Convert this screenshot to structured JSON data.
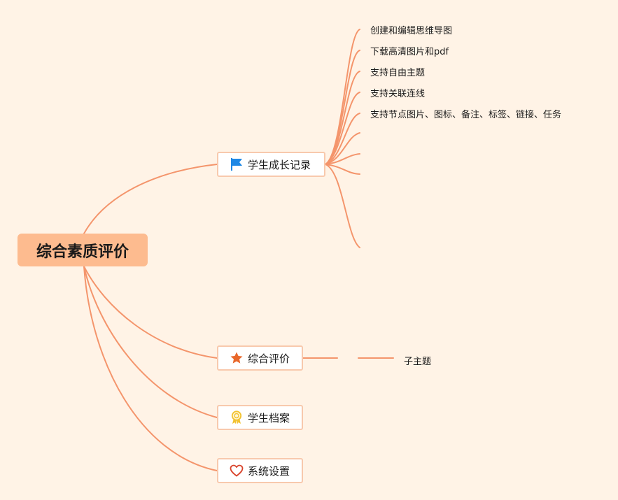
{
  "mindmap": {
    "root": "综合素质评价",
    "branches": [
      {
        "label": "学生成长记录",
        "icon": "flag-icon",
        "children": [
          "创建和编辑思维导图",
          "下载高清图片和pdf",
          "支持自由主题",
          "支持关联连线",
          "支持节点图片、图标、备注、标签、链接、任务",
          "",
          "",
          "",
          ""
        ]
      },
      {
        "label": "综合评价",
        "icon": "star-icon",
        "children": [
          "子主题"
        ]
      },
      {
        "label": "学生档案",
        "icon": "award-ribbon-icon",
        "children": []
      },
      {
        "label": "系统设置",
        "icon": "heart-icon",
        "children": []
      }
    ]
  },
  "colors": {
    "background": "#fff3e6",
    "root_fill": "#fdbb8f",
    "connector": "#f4956c",
    "node_border": "#f8c9ad",
    "flag": "#1e88e5",
    "star": "#e8672a",
    "award": "#f2c230",
    "heart": "#d9432b"
  }
}
